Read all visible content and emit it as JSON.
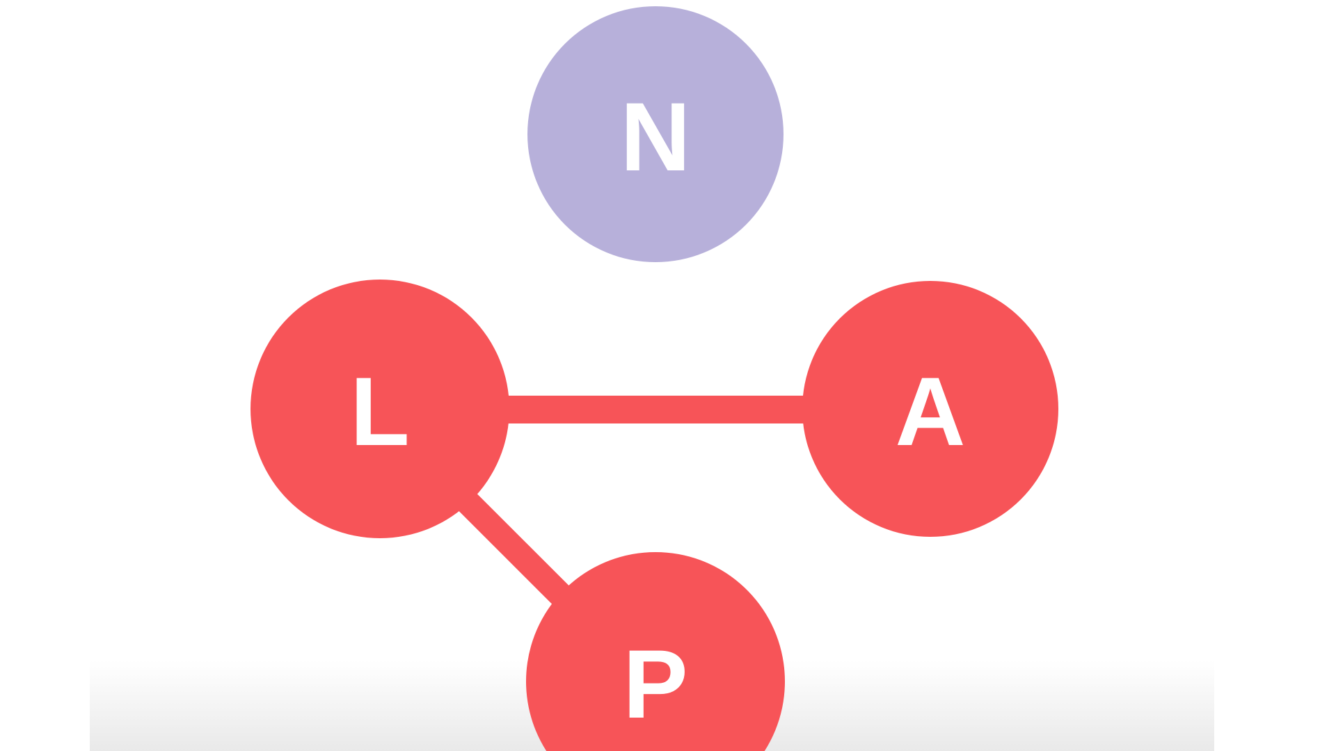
{
  "nodes": {
    "n": {
      "label": "N",
      "color": "#b7b0da"
    },
    "l": {
      "label": "L",
      "color": "#f75458"
    },
    "a": {
      "label": "A",
      "color": "#f75458"
    },
    "p": {
      "label": "P",
      "color": "#f75458"
    }
  },
  "edges": [
    [
      "L",
      "A"
    ],
    [
      "L",
      "P"
    ]
  ],
  "edge_color": "#f75458"
}
